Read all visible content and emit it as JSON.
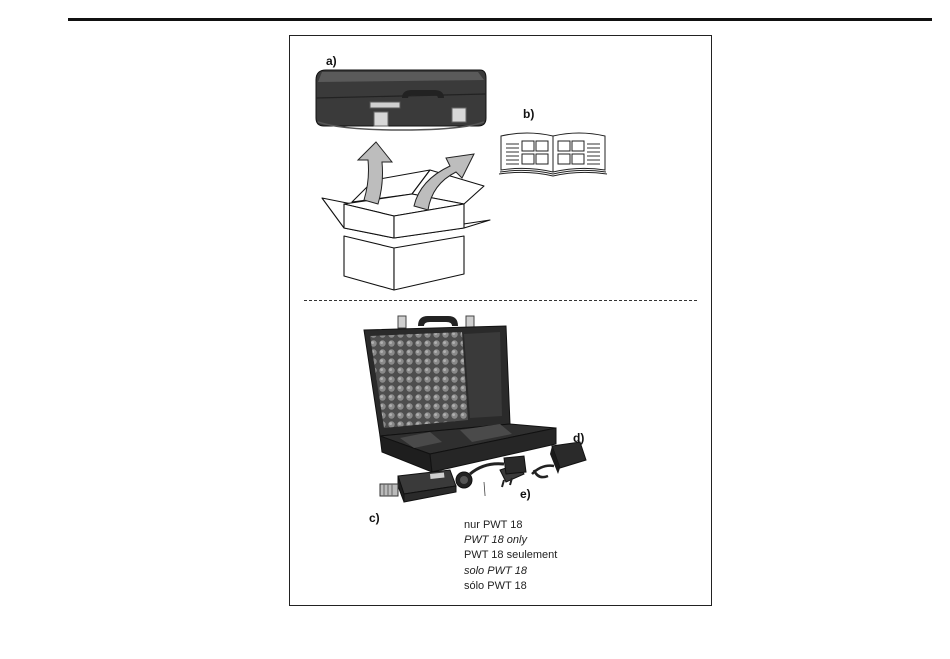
{
  "labels": {
    "a": "a)",
    "b": "b)",
    "c": "c)",
    "d": "d)",
    "e": "e)"
  },
  "caption": {
    "line1": "nur PWT 18",
    "line2": "PWT 18 only",
    "line3": "PWT 18 seulement",
    "line4": "solo PWT 18",
    "line5": "sólo PWT 18"
  }
}
